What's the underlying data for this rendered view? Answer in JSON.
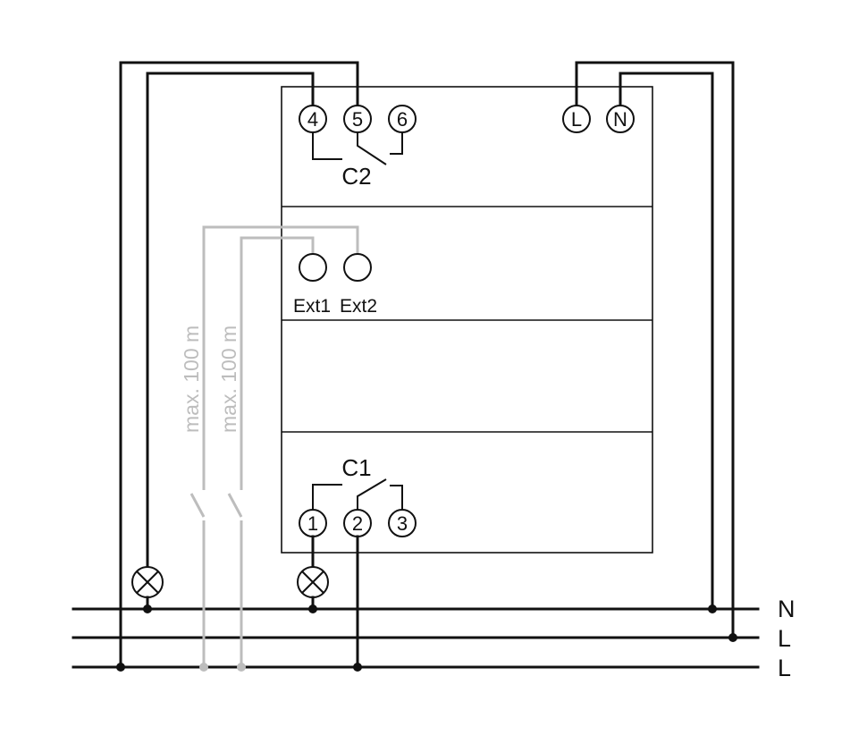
{
  "terminals": {
    "t4": "4",
    "t5": "5",
    "t6": "6",
    "tL": "L",
    "tN": "N",
    "t1": "1",
    "t2": "2",
    "t3": "3"
  },
  "contacts": {
    "c1": "C1",
    "c2": "C2"
  },
  "inputs": {
    "ext1": "Ext1",
    "ext2": "Ext2"
  },
  "cables": {
    "max_length_1": "max. 100 m",
    "max_length_2": "max. 100 m"
  },
  "rails": {
    "n": "N",
    "l1": "L",
    "l2": "L"
  },
  "colors": {
    "wire": "#111111",
    "external_wire": "#bdbdbd"
  }
}
